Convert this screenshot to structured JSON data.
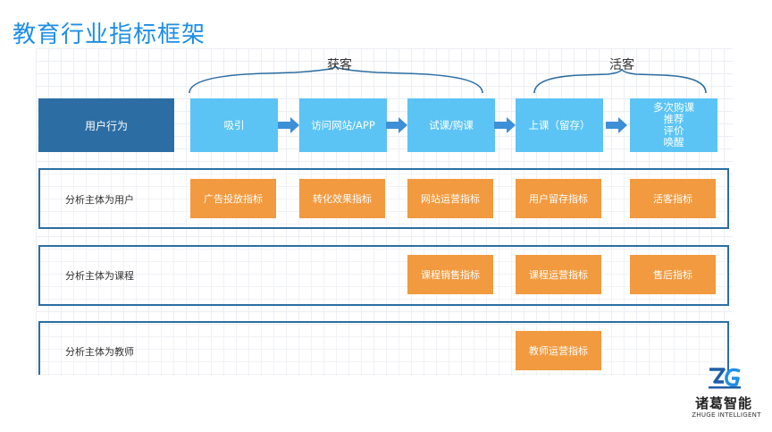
{
  "title": "教育行业指标框架",
  "phases": {
    "acquire": "获客",
    "active": "活客"
  },
  "behavior_label": "用户行为",
  "steps": [
    {
      "lines": [
        "吸引"
      ]
    },
    {
      "lines": [
        "访问网站/APP"
      ]
    },
    {
      "lines": [
        "试课/购课"
      ]
    },
    {
      "lines": [
        "上课（留存）"
      ]
    },
    {
      "lines": [
        "多次购课",
        "推荐",
        "评价",
        "唤醒"
      ]
    }
  ],
  "rows": [
    {
      "label": "分析主体为用户",
      "metrics": [
        "广告投放指标",
        "转化效果指标",
        "网站运营指标",
        "用户留存指标",
        "活客指标"
      ]
    },
    {
      "label": "分析主体为课程",
      "metrics": [
        "课程销售指标",
        "课程运营指标",
        "售后指标"
      ]
    },
    {
      "label": "分析主体为教师",
      "metrics": [
        "教师运营指标"
      ]
    }
  ],
  "logo": {
    "cn": "诸葛智能",
    "en": "ZHUGE INTELLIGENT",
    "mark": "ZG"
  },
  "colors": {
    "title": "#1f8fe6",
    "dark_box": "#2c6ea3",
    "step_box": "#5bc4f5",
    "metric_box": "#f29a3f",
    "arrow": "#3d8fd6"
  }
}
